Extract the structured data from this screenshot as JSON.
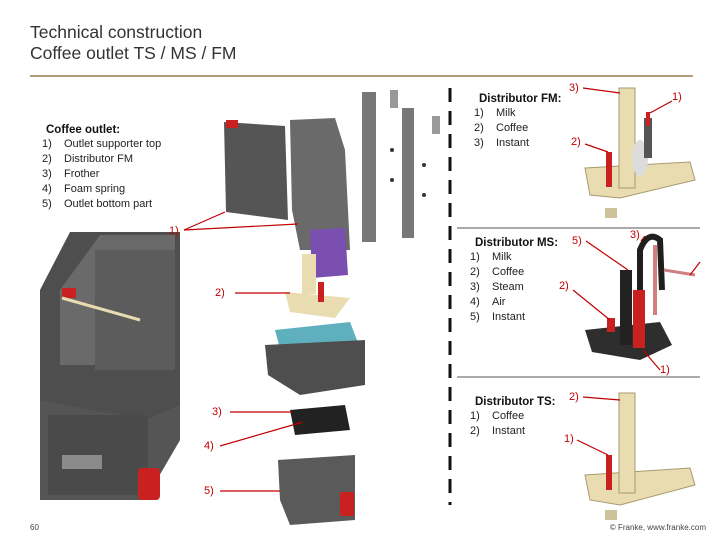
{
  "header": {
    "title_line1": "Technical construction",
    "title_line2": "Coffee outlet TS / MS / FM"
  },
  "coffee_outlet": {
    "heading": "Coffee outlet:",
    "items": [
      {
        "num": "1)",
        "label": "Outlet supporter top"
      },
      {
        "num": "2)",
        "label": "Distributor FM"
      },
      {
        "num": "3)",
        "label": "Frother"
      },
      {
        "num": "4)",
        "label": "Foam spring"
      },
      {
        "num": "5)",
        "label": "Outlet bottom part"
      }
    ]
  },
  "distributor_fm": {
    "heading": "Distributor FM:",
    "items": [
      {
        "num": "1)",
        "label": "Milk"
      },
      {
        "num": "2)",
        "label": "Coffee"
      },
      {
        "num": "3)",
        "label": "Instant"
      }
    ]
  },
  "distributor_ms": {
    "heading": "Distributor MS:",
    "items": [
      {
        "num": "1)",
        "label": "Milk"
      },
      {
        "num": "2)",
        "label": "Coffee"
      },
      {
        "num": "3)",
        "label": "Steam"
      },
      {
        "num": "4)",
        "label": "Air"
      },
      {
        "num": "5)",
        "label": "Instant"
      }
    ]
  },
  "distributor_ts": {
    "heading": "Distributor TS:",
    "items": [
      {
        "num": "1)",
        "label": "Coffee"
      },
      {
        "num": "2)",
        "label": "Instant"
      }
    ]
  },
  "callouts": {
    "exploded_1": "1)",
    "exploded_2": "2)",
    "exploded_3": "3)",
    "exploded_4": "4)",
    "exploded_5": "5)",
    "fm_3": "3)",
    "fm_1": "1)",
    "fm_2": "2)",
    "ms_5": "5)",
    "ms_3": "3)",
    "ms_2": "2)",
    "ms_1": "1)",
    "ts_2": "2)",
    "ts_1": "1)"
  },
  "footer": {
    "page_number": "60",
    "copyright": "© Franke, www.franke.com"
  },
  "colors": {
    "callout": "#c00000",
    "rule": "#b0a07a",
    "body_gray": "#5a5a5a",
    "beige": "#e8dcb0",
    "purple": "#7a4fb0",
    "teal": "#5fb0bf"
  }
}
